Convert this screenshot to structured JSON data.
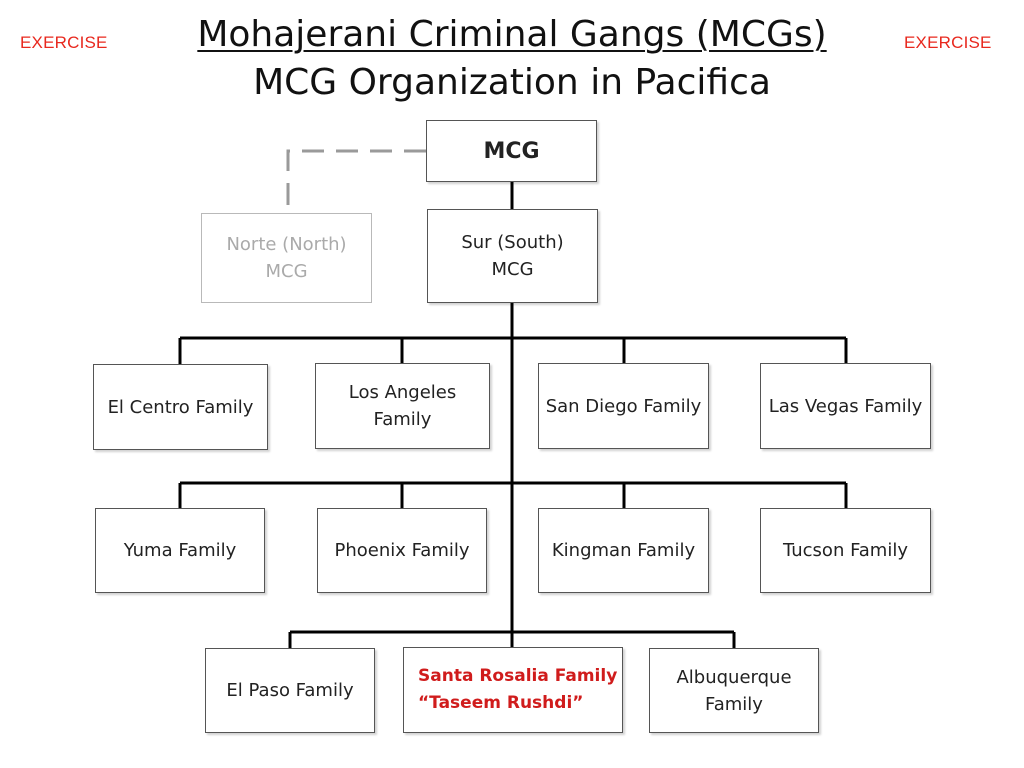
{
  "header": {
    "exercise_left": "EXERCISE",
    "exercise_right": "EXERCISE",
    "title": "Mohajerani Criminal Gangs (MCGs)",
    "subtitle": "MCG Organization in Pacifica"
  },
  "colors": {
    "exercise": "#e8281e",
    "highlight": "#d01c1c",
    "muted": "#aaaaaa",
    "line": "#000000",
    "dashed": "#999999"
  },
  "org": {
    "root": {
      "label": "MCG"
    },
    "north": {
      "line1": "Norte (North)",
      "line2": "MCG"
    },
    "south": {
      "line1": "Sur (South)",
      "line2": "MCG"
    },
    "row1": [
      {
        "line1": "El Centro Family"
      },
      {
        "line1": "Los Angeles",
        "line2": "Family"
      },
      {
        "line1": "San Diego Family"
      },
      {
        "line1": "Las Vegas Family"
      }
    ],
    "row2": [
      {
        "line1": "Yuma Family"
      },
      {
        "line1": "Phoenix Family"
      },
      {
        "line1": "Kingman Family"
      },
      {
        "line1": "Tucson Family"
      }
    ],
    "row3": [
      {
        "line1": "El Paso Family"
      },
      {
        "line1": "Santa Rosalia Family",
        "line2": "“Taseem Rushdi”"
      },
      {
        "line1": "Albuquerque",
        "line2": "Family"
      }
    ]
  }
}
